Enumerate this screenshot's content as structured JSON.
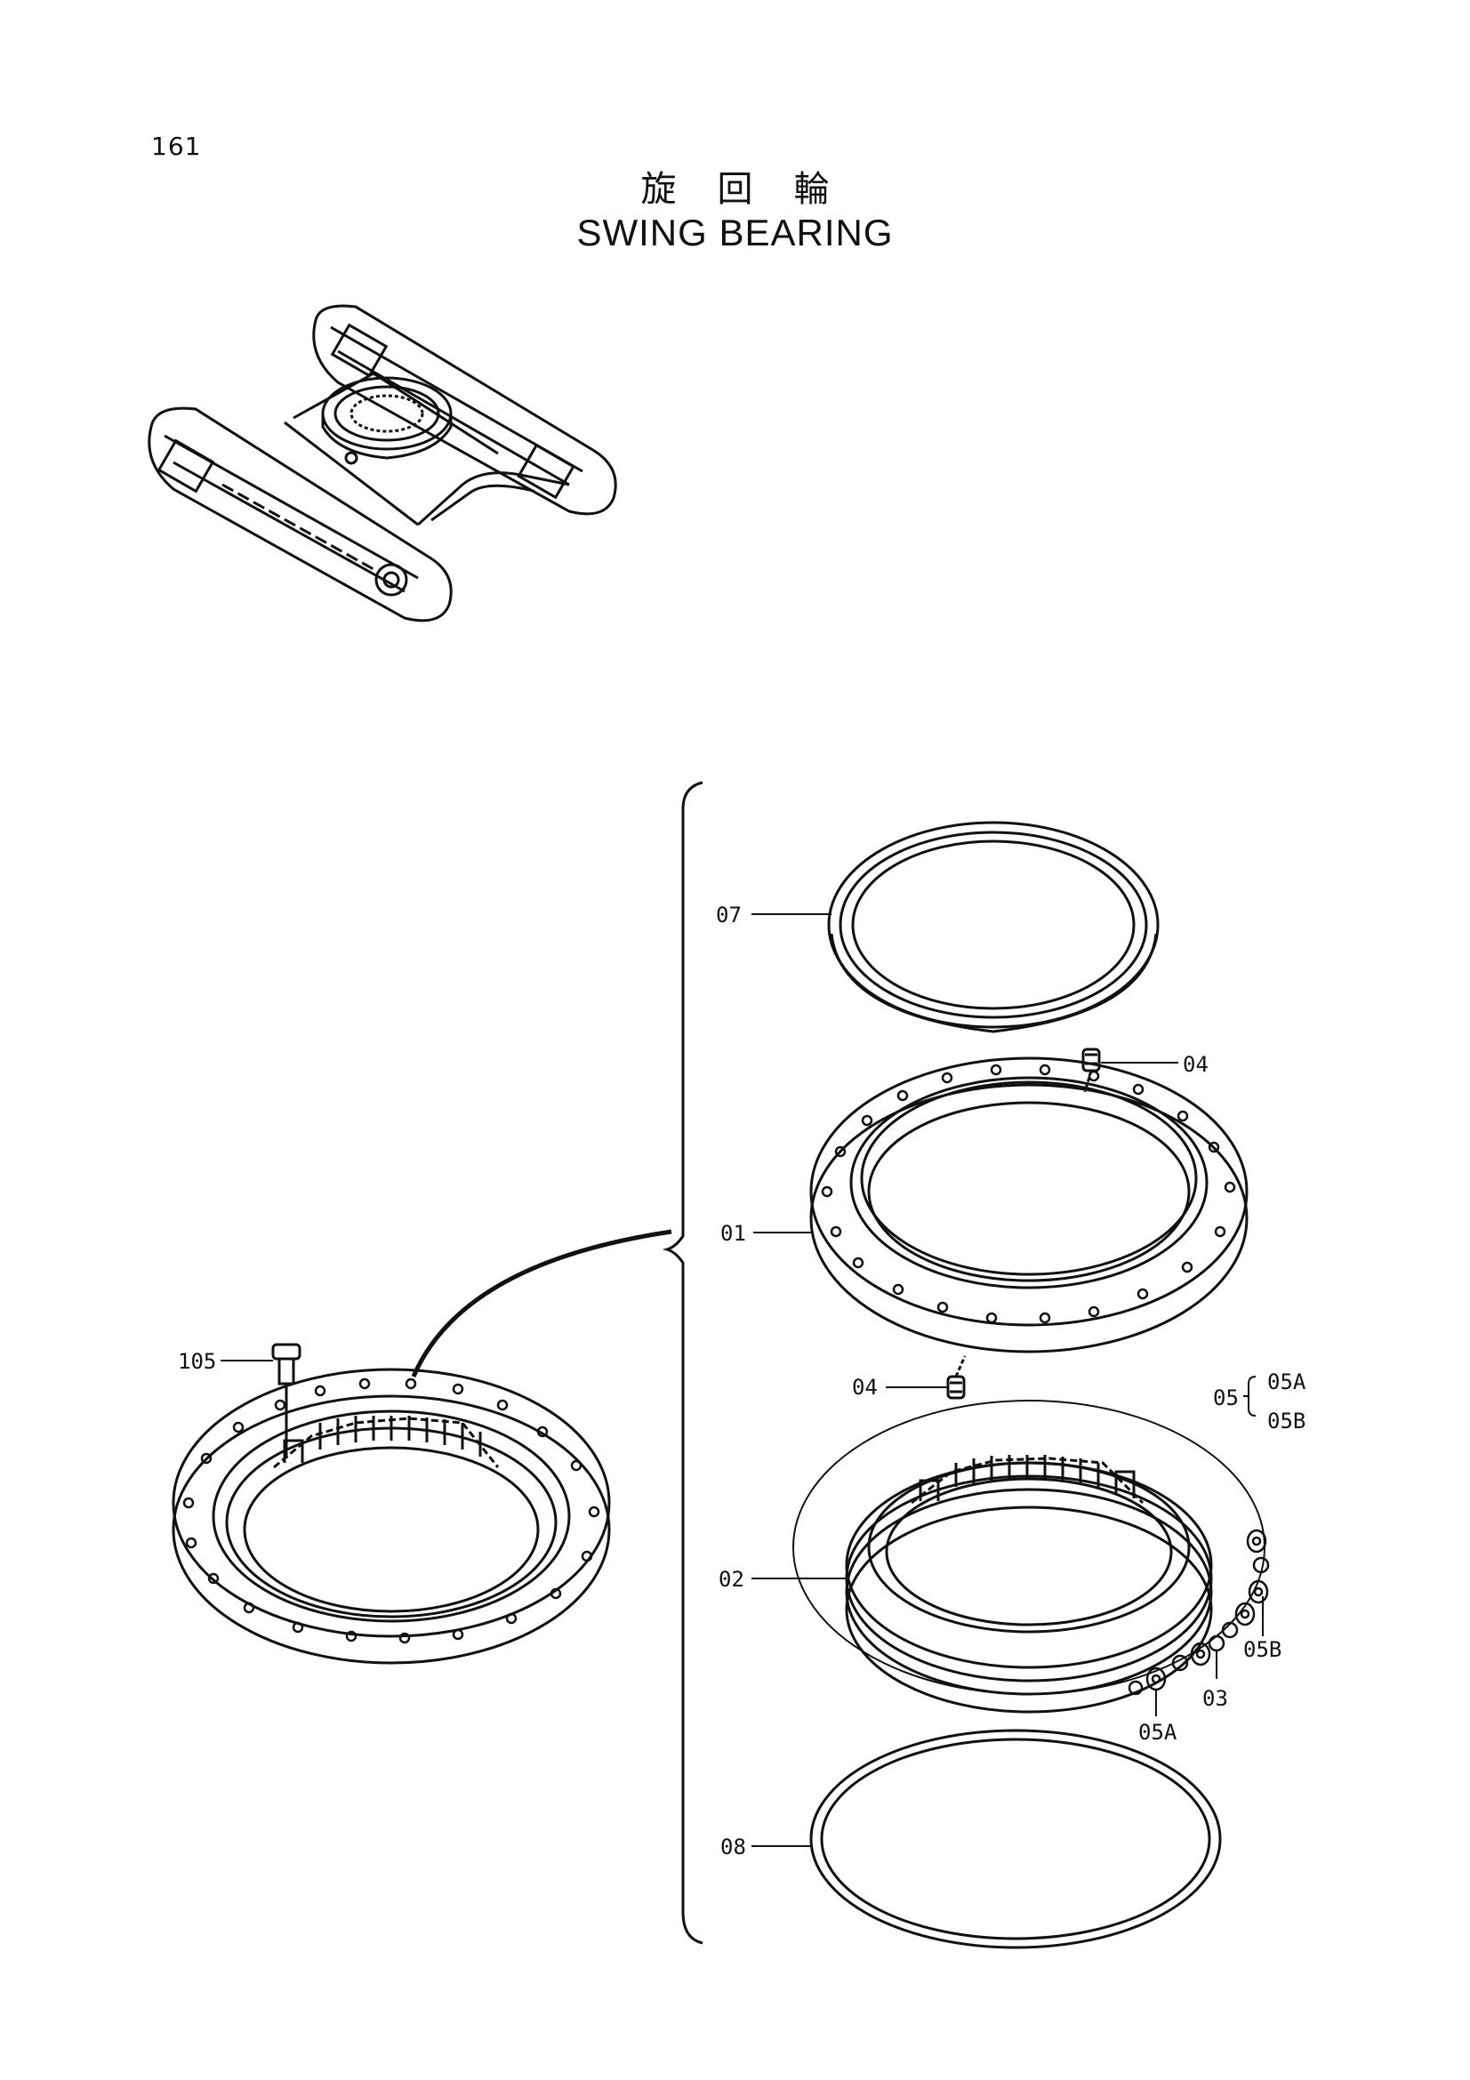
{
  "page_number": "161",
  "title_jp": "旋回輪",
  "title_en": "SWING BEARING",
  "callouts": {
    "c07": "07",
    "c04_top": "04",
    "c01": "01",
    "c105": "105",
    "c04_bottom": "04",
    "c05": "05",
    "c05a_group": "05A",
    "c05b_group": "05B",
    "c02": "02",
    "c05b": "05B",
    "c03": "03",
    "c05a": "05A",
    "c08": "08"
  }
}
